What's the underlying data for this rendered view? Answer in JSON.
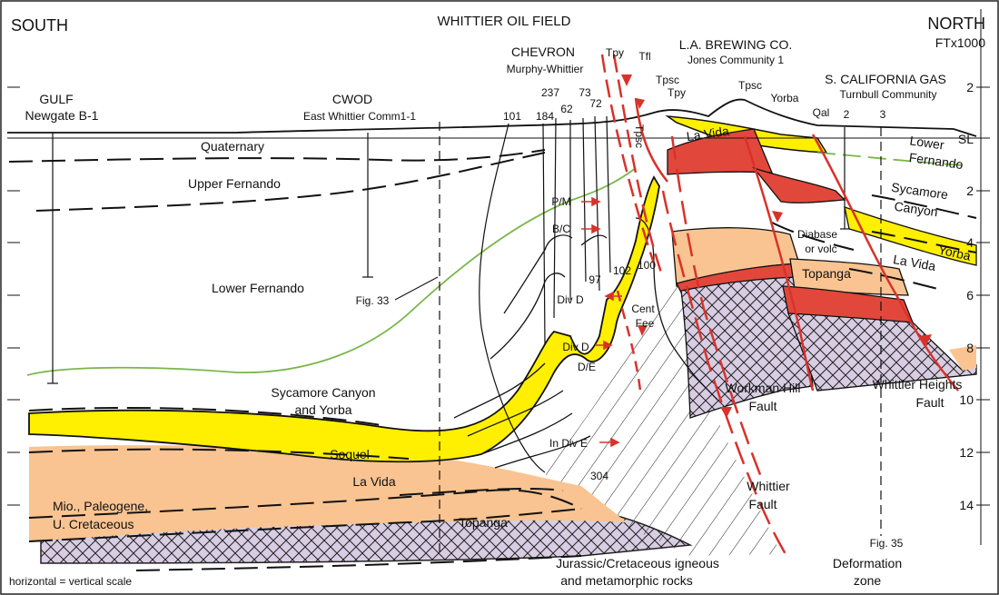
{
  "header": {
    "left": "SOUTH",
    "center": "WHITTIER OIL FIELD",
    "right": "NORTH",
    "units": "FTx1000"
  },
  "wells": {
    "gulf_name": "GULF",
    "gulf_well": "Newgate B-1",
    "cwod_name": "CWOD",
    "cwod_well": "East Whittier Comm1-1",
    "chevron_name": "CHEVRON",
    "chevron_well": "Murphy-Whittier",
    "labrew_name": "L.A. BREWING CO.",
    "labrew_well": "Jones Community 1",
    "scgas_name": "S. CALIFORNIA GAS",
    "scgas_well": "Turnbull Community",
    "numbers": [
      "101",
      "184",
      "237",
      "62",
      "73",
      "72",
      "2",
      "3",
      "97",
      "102",
      "100",
      "304"
    ]
  },
  "depth_scale": [
    "SL",
    "2",
    "4",
    "6",
    "8",
    "10",
    "12",
    "14"
  ],
  "formations": {
    "quaternary": "Quaternary",
    "upper_fernando": "Upper Fernando",
    "lower_fernando": "Lower Fernando",
    "sycamore_yorba_1": "Sycamore Canyon",
    "sycamore_yorba_2": "and Yorba",
    "soquel": "Soquel",
    "la_vida": "La Vida",
    "topanga": "Topanga",
    "mio_1": "Mio., Paleogene,",
    "mio_2": "U. Cretaceous",
    "basement_1": "Jurassic/Cretaceous igneous",
    "basement_2": "and metamorphic rocks",
    "n_lower_fernando_1": "Lower",
    "n_lower_fernando_2": "Fernando",
    "n_sycamore_1": "Sycamore",
    "n_sycamore_2": "Canyon",
    "n_yorba": "Yorba",
    "n_la_vida": "La Vida",
    "n_topanga": "Topanga",
    "top_la_vida": "La Vida",
    "diabase_1": "Diabase",
    "diabase_2": "or volc"
  },
  "surface_labels": {
    "tpy_a": "Tpy",
    "tfl": "Tfl",
    "tpsc_a": "Tpsc",
    "tpy_b": "Tpy",
    "tpsc_b": "Tpsc",
    "tpsc_c": "Tpsc",
    "yorba": "Yorba",
    "qal": "Qal"
  },
  "zones": {
    "pm": "P/M",
    "bc": "B/C",
    "divd_a": "Div D",
    "divd_b": "Div D",
    "de": "D/E",
    "indive": "In Div E",
    "cent_1": "Cent",
    "cent_2": "Fee"
  },
  "faults": {
    "workman_1": "Workman Hill",
    "workman_2": "Fault",
    "whittier_1": "Whittier",
    "whittier_2": "Fault",
    "heights_1": "Whittier Heights",
    "heights_2": "Fault",
    "deform_1": "Deformation",
    "deform_2": "zone"
  },
  "figs": {
    "fig33": "Fig. 33",
    "fig35": "Fig. 35"
  },
  "footnote": "horizontal = vertical scale",
  "colors": {
    "yellow": "#ffef00",
    "peach": "#f9c491",
    "red": "#e2473b",
    "purple": "#d8cde3",
    "green": "#7ab648",
    "fault": "#d8322a"
  }
}
